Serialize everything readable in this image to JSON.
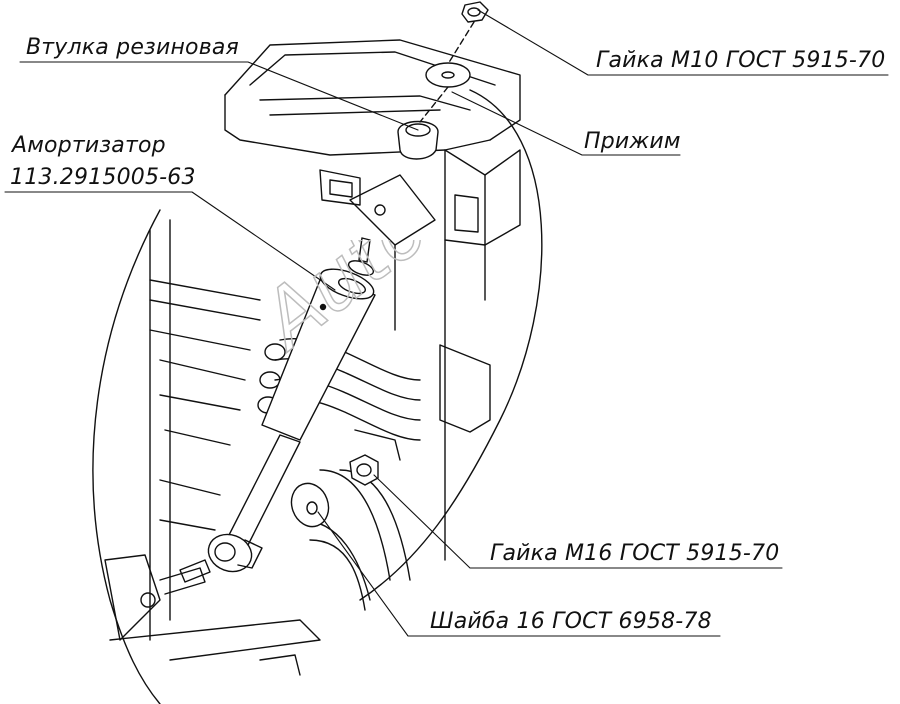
{
  "labels": {
    "bushing": "Втулка резиновая",
    "shock_line1": "Амортизатор",
    "shock_line2": "113.2915005-63",
    "nut_m10": "Гайка М10 ГОСТ 5915-70",
    "clamp": "Прижим",
    "nut_m16": "Гайка М16 ГОСТ 5915-70",
    "washer": "Шайба 16 ГОСТ 6958-78"
  },
  "watermark": "AutoSoft",
  "colors": {
    "line": "#111111",
    "watermark_stroke": "#bdbdbd"
  }
}
